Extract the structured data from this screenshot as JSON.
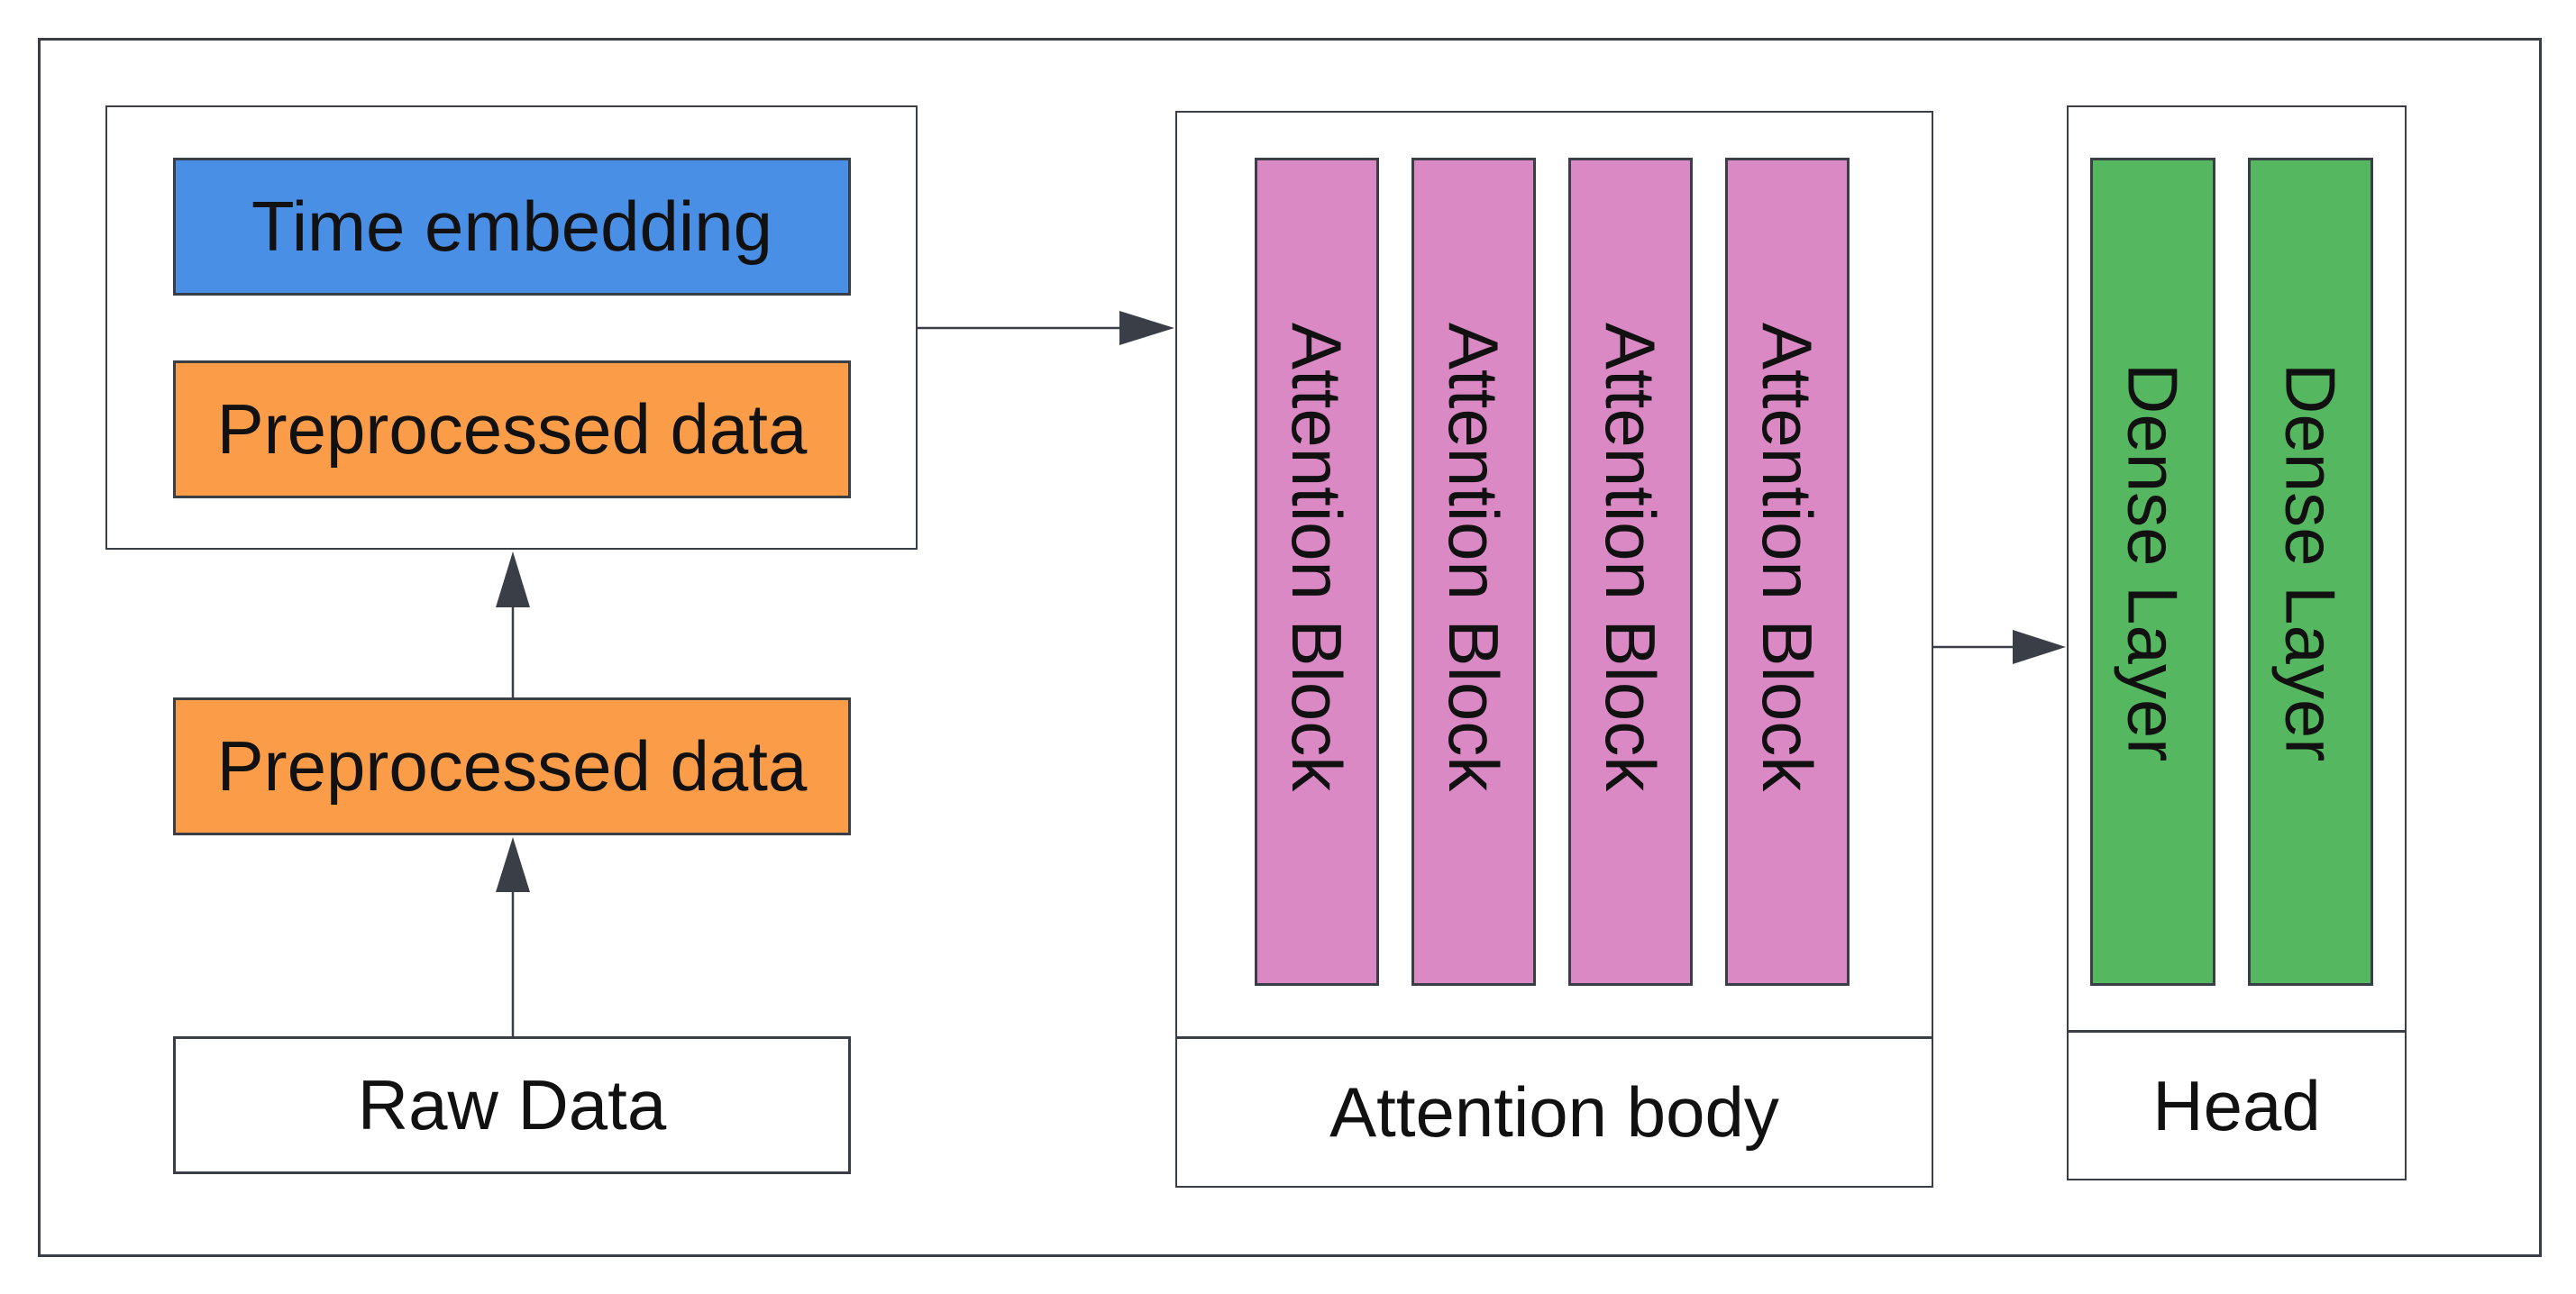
{
  "colors": {
    "time_embedding": "#4a8fe6",
    "preprocessed": "#fb9d48",
    "attention_block": "#da89c4",
    "dense_layer": "#55b760",
    "border": "#3a3f47"
  },
  "input_group": {
    "time_embedding": "Time embedding",
    "preprocessed_data_top": "Preprocessed data"
  },
  "preprocessed_data": "Preprocessed data",
  "raw_data": "Raw Data",
  "attention_body": {
    "blocks": [
      "Attention Block",
      "Attention Block",
      "Attention Block",
      "Attention Block"
    ],
    "label": "Attention body"
  },
  "head": {
    "layers": [
      "Dense Layer",
      "Dense Layer"
    ],
    "label": "Head"
  }
}
